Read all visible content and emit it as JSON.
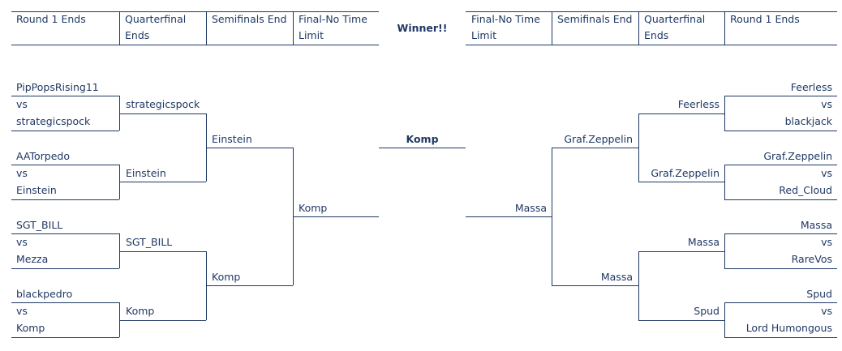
{
  "headers": {
    "left": [
      "Round 1 Ends",
      "Quarterfinal Ends",
      "Semifinals End",
      "Final-No Time Limit"
    ],
    "center": "Winner!!",
    "right": [
      "Final-No Time Limit",
      "Semifinals End",
      "Quarterfinal Ends",
      "Round 1 Ends"
    ]
  },
  "left": {
    "round1": [
      {
        "top": "PipPopsRising11",
        "vs": "vs",
        "bottom": "strategicspock"
      },
      {
        "top": "AATorpedo",
        "vs": "vs",
        "bottom": "Einstein"
      },
      {
        "top": "SGT_BILL",
        "vs": "vs",
        "bottom": "Mezza"
      },
      {
        "top": "blackpedro",
        "vs": "vs",
        "bottom": "Komp"
      }
    ],
    "quarterfinal": [
      "strategicspock",
      "Einstein",
      "SGT_BILL",
      "Komp"
    ],
    "semifinal": [
      "Einstein",
      "Komp"
    ],
    "final": "Komp"
  },
  "winner": "Komp",
  "right": {
    "round1": [
      {
        "top": "Feerless",
        "vs": "vs",
        "bottom": "blackjack"
      },
      {
        "top": "Graf.Zeppelin",
        "vs": "vs",
        "bottom": "Red_Cloud"
      },
      {
        "top": "Massa",
        "vs": "vs",
        "bottom": "RareVos"
      },
      {
        "top": "Spud",
        "vs": "vs",
        "bottom": "Lord Humongous"
      }
    ],
    "quarterfinal": [
      "Feerless",
      "Graf.Zeppelin",
      "Massa",
      "Spud"
    ],
    "semifinal": [
      "Graf.Zeppelin",
      "Massa"
    ],
    "final": "Massa"
  },
  "colors": {
    "line": "#1f3864",
    "text": "#1f3864"
  }
}
